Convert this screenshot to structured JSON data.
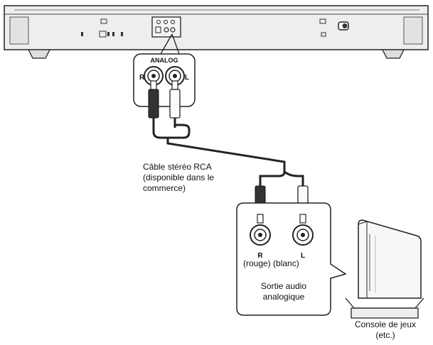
{
  "panel_label": "ANALOG",
  "bar_jacks": {
    "right": "R",
    "left": "L"
  },
  "cable": {
    "line1": "Câble stéréo RCA",
    "line2": "(disponible dans le",
    "line3": "commerce)"
  },
  "source_jacks": {
    "right": "R",
    "left": "L",
    "right_color": "(rouge)",
    "left_color": "(blanc)"
  },
  "output": {
    "line1": "Sortie audio",
    "line2": "analogique"
  },
  "console": {
    "line1": "Console de jeux",
    "line2": "(etc.)"
  }
}
